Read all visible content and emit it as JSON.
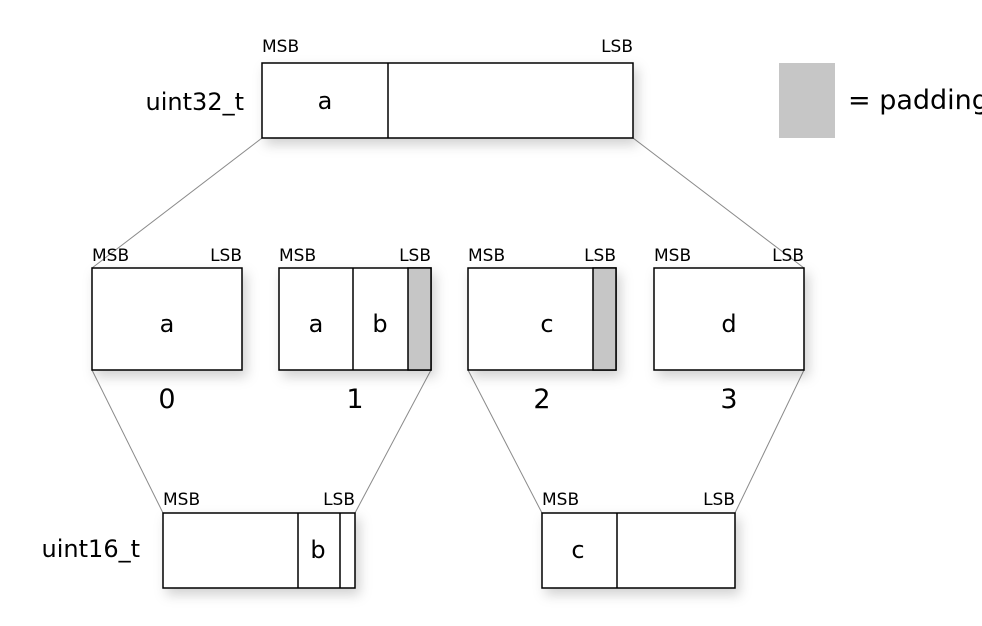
{
  "colors": {
    "padding_fill": "#c6c6c6",
    "stroke": "#000000",
    "connector": "#8a8a8a"
  },
  "labels": {
    "msb": "MSB",
    "lsb": "LSB",
    "uint32_type": "uint32_t",
    "uint16_type": "uint16_t",
    "legend": "= padding"
  },
  "uint32": {
    "field_a": "a"
  },
  "bytes": [
    {
      "index": "0",
      "fields": [
        "a"
      ]
    },
    {
      "index": "1",
      "fields": [
        "a",
        "b"
      ]
    },
    {
      "index": "2",
      "fields": [
        "c"
      ]
    },
    {
      "index": "3",
      "fields": [
        "d"
      ]
    }
  ],
  "uint16_left": {
    "field_b": "b"
  },
  "uint16_right": {
    "field_c": "c"
  }
}
